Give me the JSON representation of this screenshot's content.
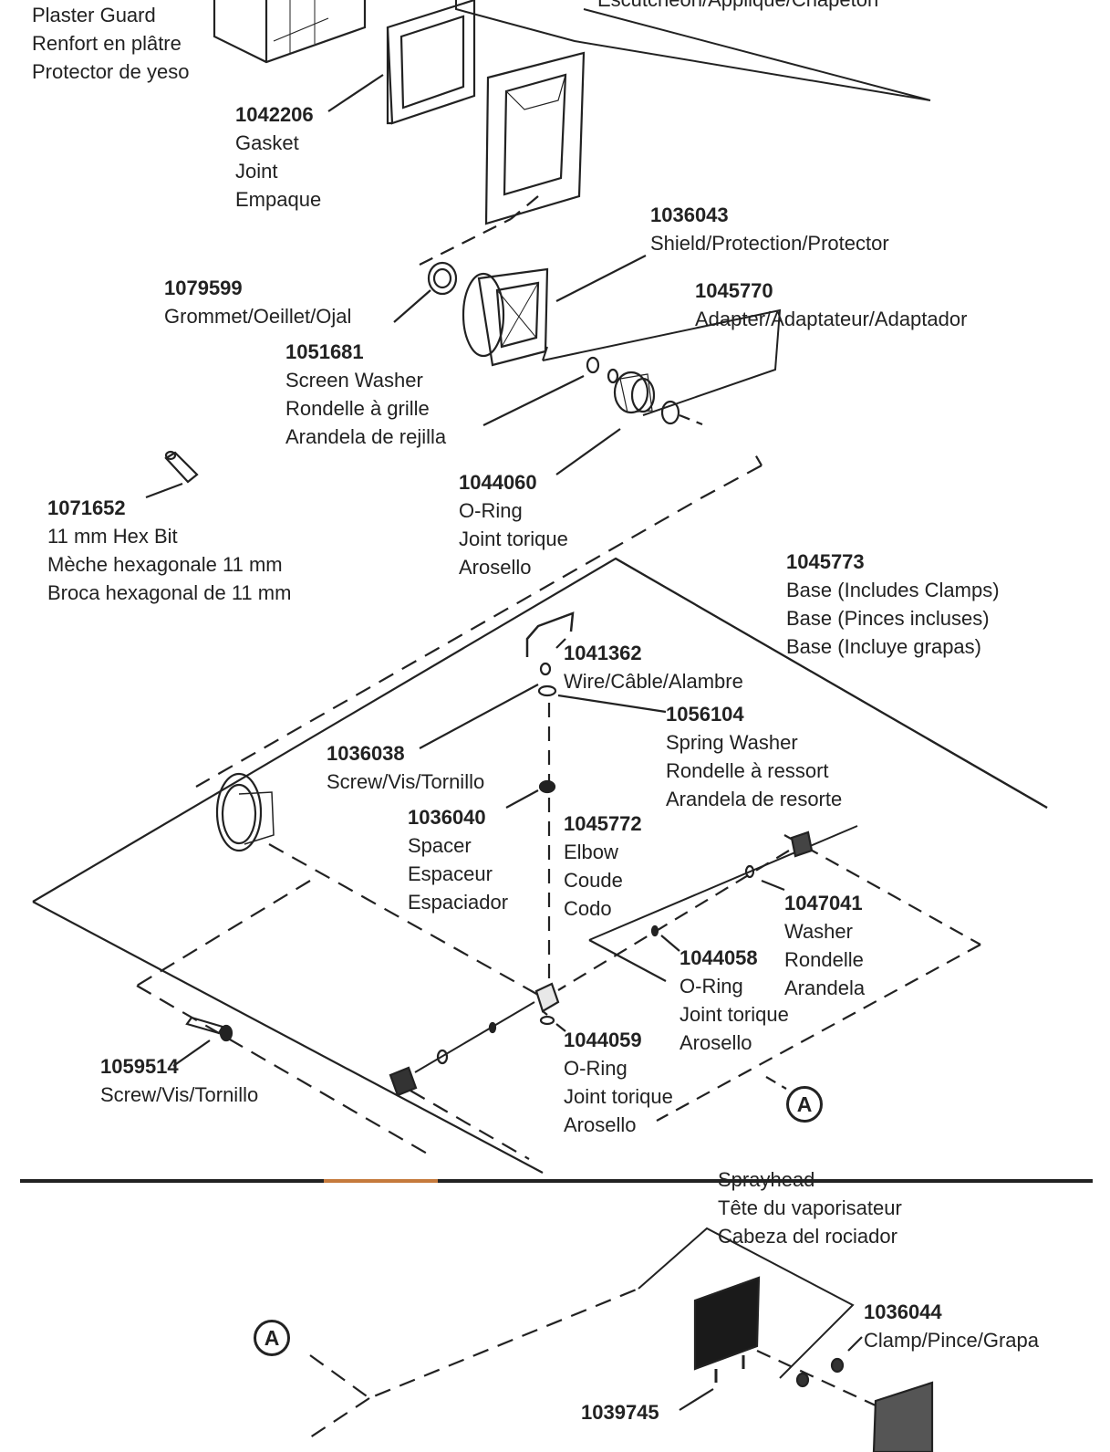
{
  "header_cut": "Escutcheon/Applique/Chapeton",
  "parts": {
    "plaster_guard": [
      "Plaster Guard",
      "Renfort en plâtre",
      "Protector de yeso"
    ],
    "gasket": {
      "number": "1042206",
      "names": [
        "Gasket",
        "Joint",
        "Empaque"
      ]
    },
    "shield": {
      "number": "1036043",
      "name": "Shield/Protection/Protector"
    },
    "grommet": {
      "number": "1079599",
      "name": "Grommet/Oeillet/Ojal"
    },
    "adapter": {
      "number": "1045770",
      "name": "Adapter/Adaptateur/Adaptador"
    },
    "screen_washer": {
      "number": "1051681",
      "names": [
        "Screen Washer",
        "Rondelle à grille",
        "Arandela de rejilla"
      ]
    },
    "o_ring_1": {
      "number": "1044060",
      "names": [
        "O-Ring",
        "Joint torique",
        "Arosello"
      ]
    },
    "hex_bit": {
      "number": "1071652",
      "names": [
        "11 mm Hex Bit",
        "Mèche hexagonale 11 mm",
        "Broca hexagonal de 11 mm"
      ]
    },
    "base": {
      "number": "1045773",
      "names": [
        "Base (Includes Clamps)",
        "Base (Pinces incluses)",
        "Base (Incluye grapas)"
      ]
    },
    "wire": {
      "number": "1041362",
      "name": "Wire/Câble/Alambre"
    },
    "spring_washer": {
      "number": "1056104",
      "names": [
        "Spring Washer",
        "Rondelle à ressort",
        "Arandela de resorte"
      ]
    },
    "screw_1": {
      "number": "1036038",
      "name": "Screw/Vis/Tornillo"
    },
    "spacer": {
      "number": "1036040",
      "names": [
        "Spacer",
        "Espaceur",
        "Espaciador"
      ]
    },
    "elbow": {
      "number": "1045772",
      "names": [
        "Elbow",
        "Coude",
        "Codo"
      ]
    },
    "washer": {
      "number": "1047041",
      "names": [
        "Washer",
        "Rondelle",
        "Arandela"
      ]
    },
    "o_ring_2": {
      "number": "1044058",
      "names": [
        "O-Ring",
        "Joint torique",
        "Arosello"
      ]
    },
    "o_ring_3": {
      "number": "1044059",
      "names": [
        "O-Ring",
        "Joint torique",
        "Arosello"
      ]
    },
    "screw_2": {
      "number": "1059514",
      "name": "Screw/Vis/Tornillo"
    },
    "sprayhead": [
      "Sprayhead",
      "Tête du vaporisateur",
      "Cabeza del rociador"
    ],
    "clamp": {
      "number": "1036044",
      "name": "Clamp/Pince/Grapa"
    },
    "bottom_part": {
      "number": "1039745"
    }
  },
  "callouts": {
    "a": "A"
  },
  "colors": {
    "line": "#222222",
    "accent": "#c57a3c",
    "background": "#ffffff"
  }
}
